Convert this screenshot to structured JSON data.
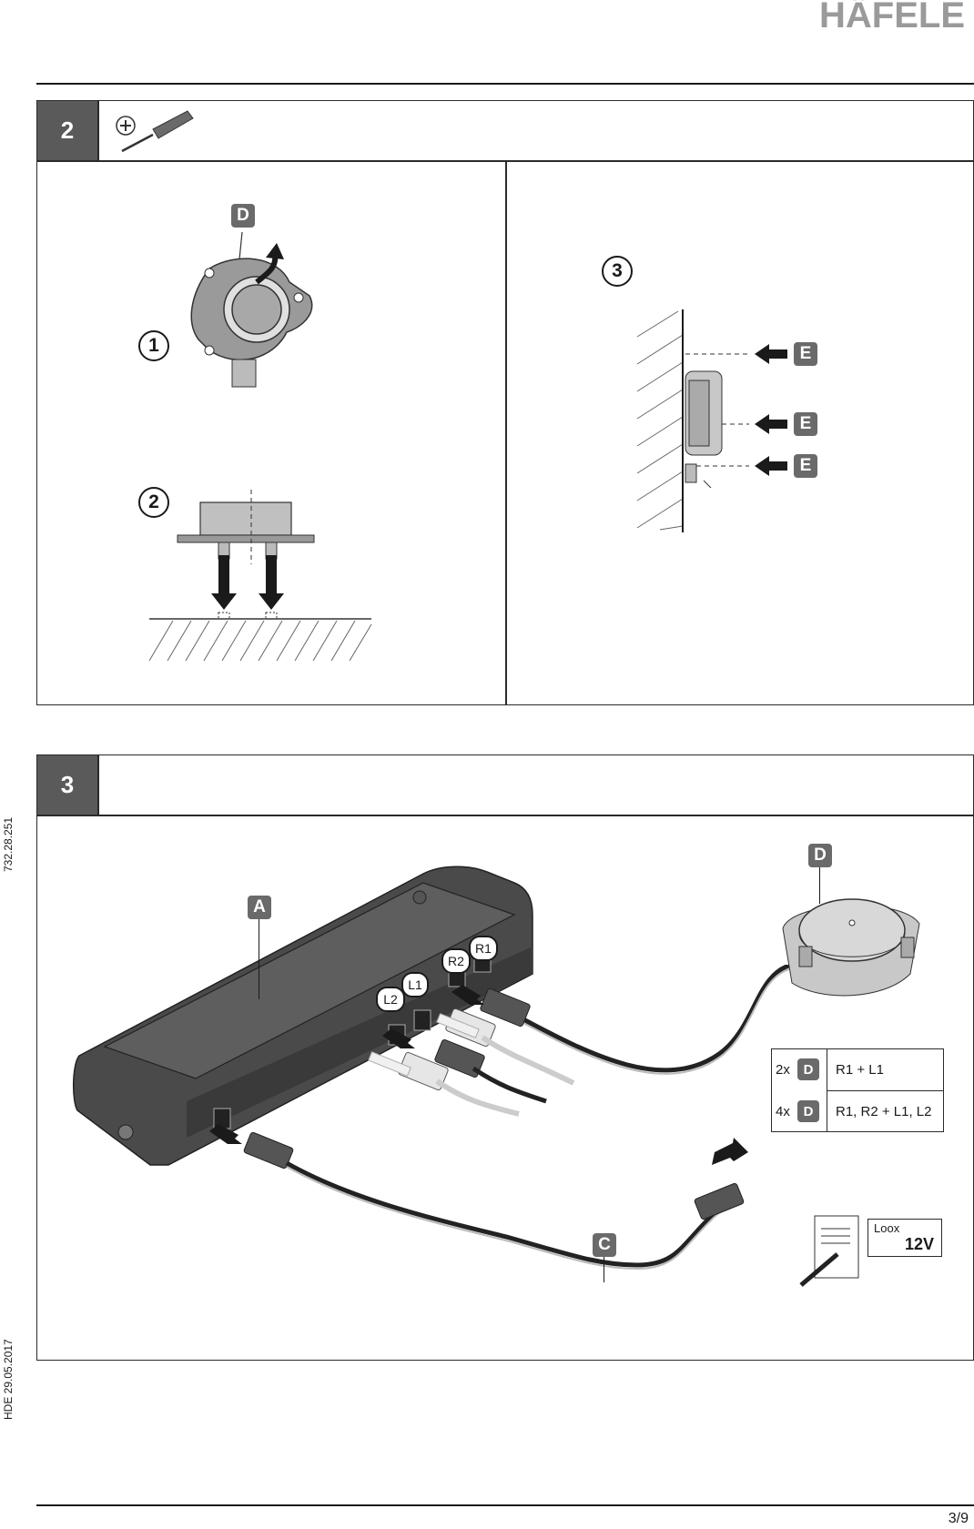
{
  "brand": {
    "logo_text": "HÄFELE"
  },
  "side_texts": {
    "product_code": "732.28.251",
    "doc_date": "HDE 29.05.2017"
  },
  "page": {
    "number": "3/9"
  },
  "step2": {
    "number": "2",
    "tool_icon": "phillips-screwdriver-icon",
    "part_label": "D",
    "sub1": "1",
    "sub2": "2",
    "sub3": "3",
    "e_labels": [
      "E",
      "E",
      "E"
    ]
  },
  "step3": {
    "number": "3",
    "labels": {
      "a": "A",
      "c": "C",
      "d": "D"
    },
    "ports": [
      "L2",
      "L1",
      "R2",
      "R1"
    ],
    "table": [
      {
        "qty": "2x",
        "part": "D",
        "connections": "R1 + L1"
      },
      {
        "qty": "4x",
        "part": "D",
        "connections": "R1, R2 + L1, L2"
      }
    ],
    "loox": {
      "brand": "Loox",
      "voltage": "12V"
    }
  },
  "colors": {
    "badge": "#6a6a6a",
    "step_box": "#5a5a5a",
    "device": "#4a4a4a"
  }
}
